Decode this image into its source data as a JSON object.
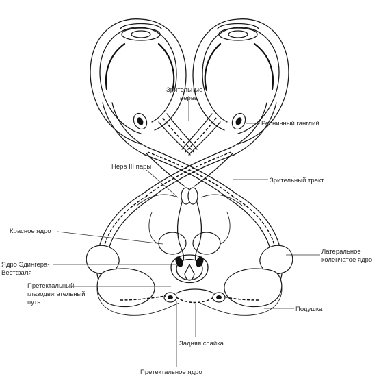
{
  "labels": {
    "optic_nerves_line1": "Зрительные",
    "optic_nerves_line2": "нервы",
    "ciliary_ganglion": "Ресничный ганглий",
    "nerve_iii": "Нерв III пары",
    "optic_tract": "Зрительный тракт",
    "red_nucleus": "Красное ядро",
    "lgn_line1": "Латеральное",
    "lgn_line2": "коленчатое ядро",
    "edinger_line1": "Ядро Эдингера-",
    "edinger_line2": "Вестфаля",
    "pretectal_path_line1": "Претектальный",
    "pretectal_path_line2": "глазодвигательный",
    "pretectal_path_line3": "путь",
    "pulvinar": "Подушка",
    "posterior_commissure": "Задняя спайка",
    "pretectal_nucleus": "Претектальное ядро"
  }
}
